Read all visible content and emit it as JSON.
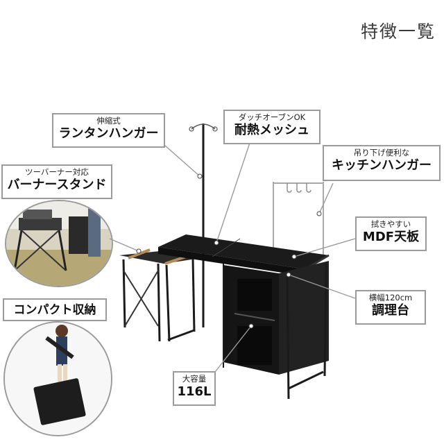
{
  "heading": "特徴一覧",
  "callouts": {
    "lantern": {
      "sub": "伸縮式",
      "main": "ランタンハンガー"
    },
    "mesh": {
      "sub": "ダッチオーブンOK",
      "main": "耐熱メッシュ"
    },
    "kitchen_hanger": {
      "sub": "吊り下げ便利な",
      "main": "キッチンハンガー"
    },
    "burner": {
      "sub": "ツーバーナー対応",
      "main": "バーナースタンド"
    },
    "mdf": {
      "sub": "拭きやすい",
      "main": "MDF天板"
    },
    "width": {
      "sub": "横幅120cm",
      "main": "調理台"
    },
    "compact": {
      "main": "コンパクト収納"
    },
    "capacity": {
      "sub": "大容量",
      "main": "116L"
    }
  },
  "colors": {
    "border": "#9a9a9a",
    "table": "#1b1b1b",
    "heading": "#3a3a3a"
  }
}
